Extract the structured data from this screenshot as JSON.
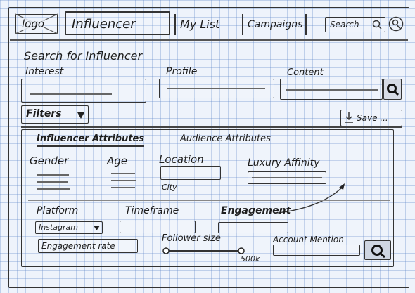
{
  "nav": {
    "logo": "logo",
    "tabs": [
      "Influencer",
      "My List",
      "Campaigns"
    ],
    "search_label": "Search"
  },
  "search": {
    "heading": "Search for Influencer",
    "fields": [
      "Interest",
      "Profile",
      "Content"
    ]
  },
  "toolbar": {
    "filters_label": "Filters",
    "save_label": "Save ..."
  },
  "attributes": {
    "tabs": [
      "Influencer Attributes",
      "Audience Attributes"
    ],
    "gender_label": "Gender",
    "age_label": "Age",
    "location_label": "Location",
    "city_label": "City",
    "luxury_label": "Luxury Affinity",
    "platform_label": "Platform",
    "platform_value": "Instagram",
    "timeframe_label": "Timeframe",
    "engagement_label": "Engagement",
    "engagement_rate_label": "Engagement rate",
    "follower_size_label": "Follower size",
    "follower_value": "500k",
    "account_mention_label": "Account Mention"
  }
}
